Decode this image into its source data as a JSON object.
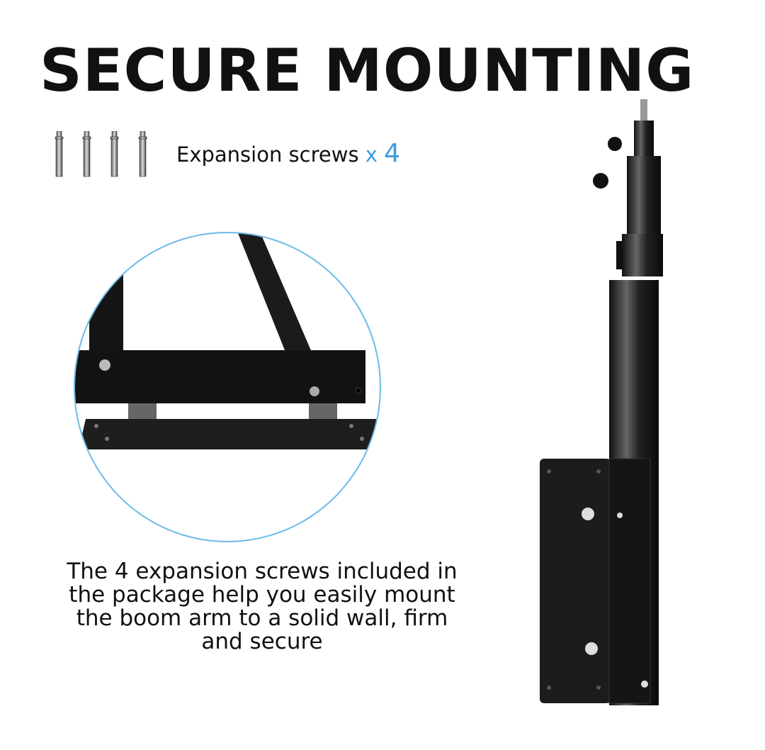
{
  "title": "SECURE MOUNTING",
  "accessory": {
    "label": "Expansion screws",
    "multiplier": "x",
    "count": "4",
    "accent_color": "#3c9be0"
  },
  "caption": {
    "lines": [
      "The 4 expansion screws included in",
      "the package help you easily mount",
      "the boom arm to a solid wall, firm",
      "and secure"
    ]
  },
  "colors": {
    "circle_border": "#6cbbe8",
    "metal": "#1a1a1a"
  }
}
